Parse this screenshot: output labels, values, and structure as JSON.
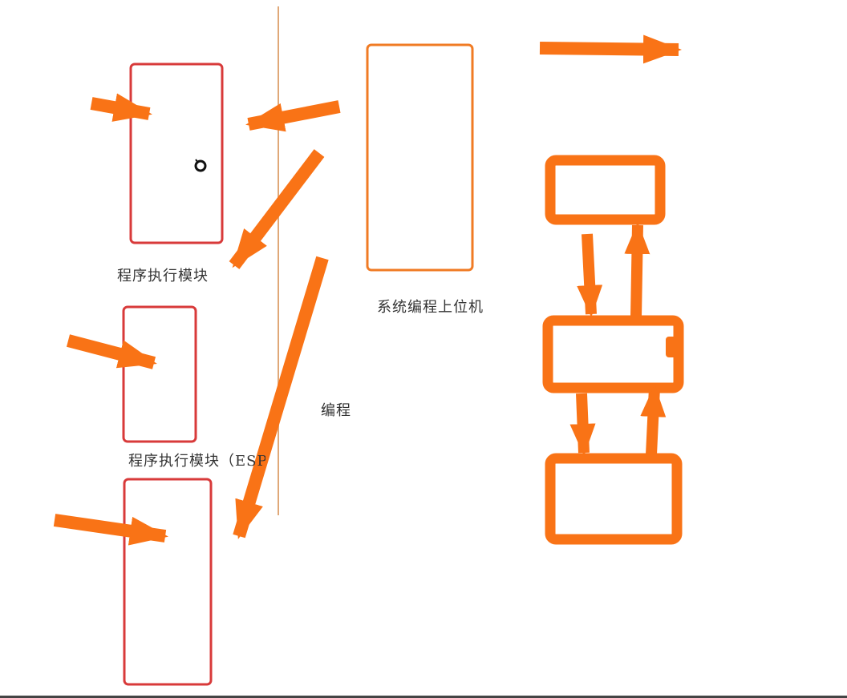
{
  "colors": {
    "orange": "#f97316",
    "orange_dark": "#f06f14",
    "red": "#d83a3a",
    "divider": "#e0a878",
    "text": "#333333",
    "bottom_rule": "#444444"
  },
  "labels": {
    "module_1": "程序执行模块",
    "module_2": "程序执行模块（ESP",
    "host": "系统编程上位机",
    "programming": "编程"
  },
  "icons": {
    "cursor": "cursor-ring-icon"
  }
}
